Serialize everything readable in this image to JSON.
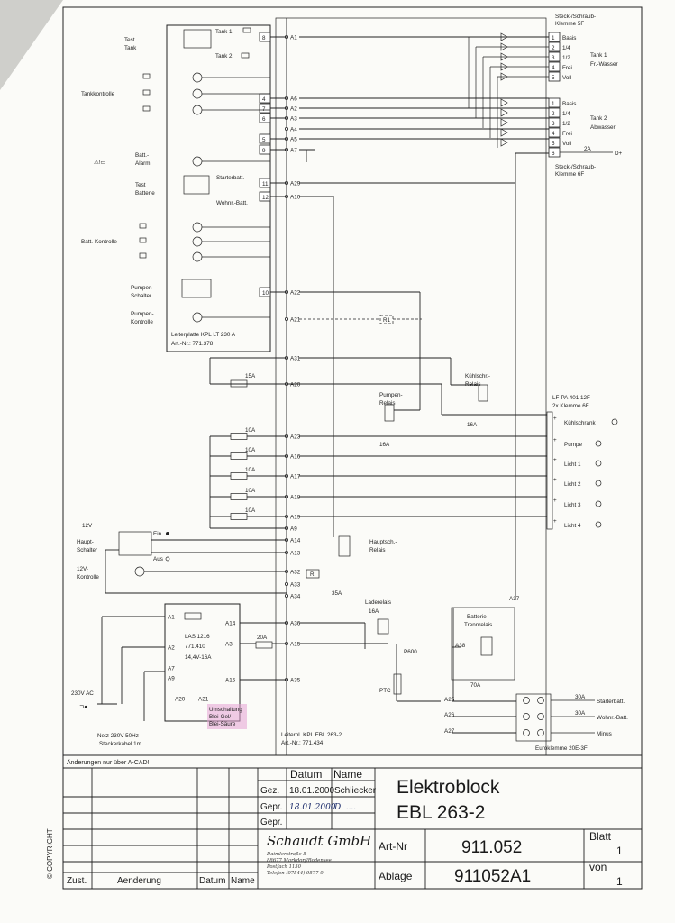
{
  "document": {
    "title_line1": "Elektroblock",
    "title_line2": "EBL 263-2",
    "change_note": "Änderungen nur über A-CAD!",
    "copyright": "© COPYRIGHT"
  },
  "title_block": {
    "col_datum": "Datum",
    "col_name": "Name",
    "rows": [
      {
        "label": "Gez.",
        "date": "18.01.2000",
        "name": "Schliecker"
      },
      {
        "label": "Gepr.",
        "date": "18.01.2000",
        "name": "D. ...."
      },
      {
        "label": "Gepr.",
        "date": "",
        "name": ""
      }
    ],
    "company": "Schaudt GmbH",
    "address": [
      "Daimlerstraße 5",
      "88677 Markdorf/Bodensee",
      "Postfach 1150",
      "Telefon (07544) 9577-0"
    ],
    "art_nr_label": "Art-Nr",
    "art_nr": "911.052",
    "ablage_label": "Ablage",
    "ablage": "911052A1",
    "blatt_label": "Blatt",
    "blatt": "1",
    "von_label": "von",
    "von": "1",
    "rev_zust": "Zust.",
    "rev_aenderung": "Aenderung",
    "rev_datum": "Datum",
    "rev_name": "Name"
  },
  "board_klt": {
    "name": "Leiterplatte KPL LT 230 A",
    "art": "Art.-Nr.: 771.378",
    "pins": [
      "8",
      "4",
      "7",
      "6",
      "5",
      "9",
      "11",
      "12",
      "10"
    ],
    "labels": {
      "tank1": "Tank 1",
      "tank2": "Tank 2",
      "test_tank": [
        "Test",
        "Tank"
      ],
      "tankkontrolle": "Tankkontrolle",
      "batt_alarm": [
        "Batt.-",
        "Alarm"
      ],
      "test_batterie": [
        "Test",
        "Batterie"
      ],
      "starterbatt": "Starterbatt.",
      "wohnrbatt": "Wohnr.-Batt.",
      "batt_kontrolle": "Batt.-Kontrolle",
      "pumpen_schalter": [
        "Pumpen-",
        "Schalter"
      ],
      "pumpen_kontrolle": [
        "Pumpen-",
        "Kontrolle"
      ]
    }
  },
  "board_ebl": {
    "name": "Leiterpl. KPL EBL 263-2",
    "art": "Art.-Nr.: 771.434"
  },
  "bus_labels": [
    "A1",
    "A6",
    "A2",
    "A3",
    "A4",
    "A5",
    "A7",
    "A29",
    "A10",
    "A22",
    "A21",
    "A31",
    "A20",
    "A23",
    "A16",
    "A17",
    "A18",
    "A19",
    "A9",
    "A14",
    "A13",
    "A32",
    "A33",
    "A34",
    "A36",
    "A15",
    "A35"
  ],
  "fuses": {
    "main": "15A",
    "f10a": [
      "10A",
      "10A",
      "10A",
      "10A",
      "10A"
    ],
    "las": "20A"
  },
  "relays": {
    "pumpen": [
      "Pumpen-",
      "Relais"
    ],
    "pumpen_rating": "16A",
    "kuehl": [
      "Kühlschr.-",
      "Relais"
    ],
    "kuehl_rating": "16A",
    "haupt": [
      "Hauptsch.-",
      "Relais"
    ],
    "haupt_rating": "35A",
    "lade": "Laderelais",
    "lade_rating": "16A",
    "batt_trenn": [
      "Batterie",
      "Trennrelais"
    ],
    "batt_trenn_rating": "70A",
    "p600": "P600",
    "ptc": "PTC",
    "r_label": "R",
    "r1_label": "R1"
  },
  "klemme_top": {
    "title": [
      "Steck-/Schraub-",
      "Klemme 5F"
    ],
    "pins": [
      "1",
      "2",
      "3",
      "4",
      "5"
    ],
    "labels": [
      "Basis",
      "1/4",
      "1/2",
      "Frei",
      "Voll"
    ],
    "group": [
      "Tank 1",
      "Fr.-Wasser"
    ]
  },
  "klemme_mid": {
    "pins": [
      "1",
      "2",
      "3",
      "4",
      "5",
      "6"
    ],
    "labels": [
      "Basis",
      "1/4",
      "1/2",
      "Frei",
      "Voll"
    ],
    "group": [
      "Tank 2",
      "Abwasser"
    ],
    "d_plus": "D+",
    "d_fuse": "2A",
    "title": [
      "Steck-/Schraub-",
      "Klemme 6F"
    ]
  },
  "lf_pa": {
    "title": [
      "LF-PA 401 12F",
      "2x Klemme 6F"
    ],
    "outputs": [
      "Kühlschrank",
      "Pumpe",
      "Licht 1",
      "Licht 2",
      "Licht 3",
      "Licht 4"
    ]
  },
  "a_right": [
    "A37",
    "A38",
    "A25",
    "A26",
    "A27"
  ],
  "euroklemme": {
    "name": "Euroklemme 20E-3F",
    "outputs": [
      "Starterbatt.",
      "Wohnr.-Batt.",
      "Minus"
    ],
    "fuse": "30A"
  },
  "haupt_schalter": {
    "label": [
      "Haupt-",
      "Schalter"
    ],
    "volt": "12V",
    "ein": "Ein",
    "aus": "Aus",
    "kontrolle": [
      "12V-",
      "Kontrolle"
    ]
  },
  "las": {
    "name": "LAS 1216",
    "art": "771.410",
    "spec": "14,4V-16A",
    "pins": [
      "A1",
      "A2",
      "A7",
      "A9",
      "A14",
      "A3",
      "A15",
      "A20",
      "A21"
    ],
    "umschaltung": [
      "Umschaltung",
      "Blei-Gel/",
      "Blei-Säure"
    ]
  },
  "mains": {
    "ac": "230V AC",
    "netz": "Netz 230V 50Hz",
    "kabel": "Steckerkabel 1m"
  },
  "colors": {
    "ink": "#222222",
    "paper": "#fbfbf8",
    "highlight": "#e6a3d3"
  }
}
